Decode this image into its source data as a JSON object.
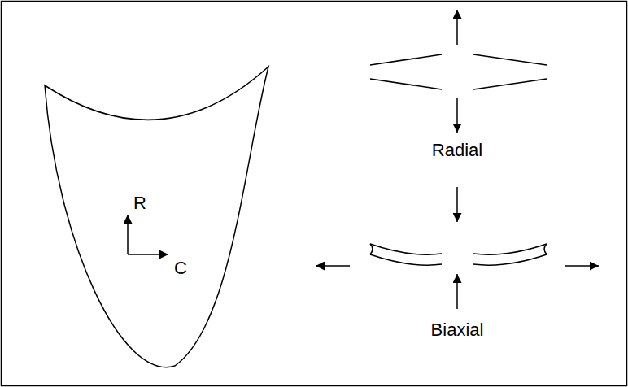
{
  "diagram": {
    "labels": [
      "R",
      "C",
      "Radial",
      "Biaxial"
    ]
  }
}
